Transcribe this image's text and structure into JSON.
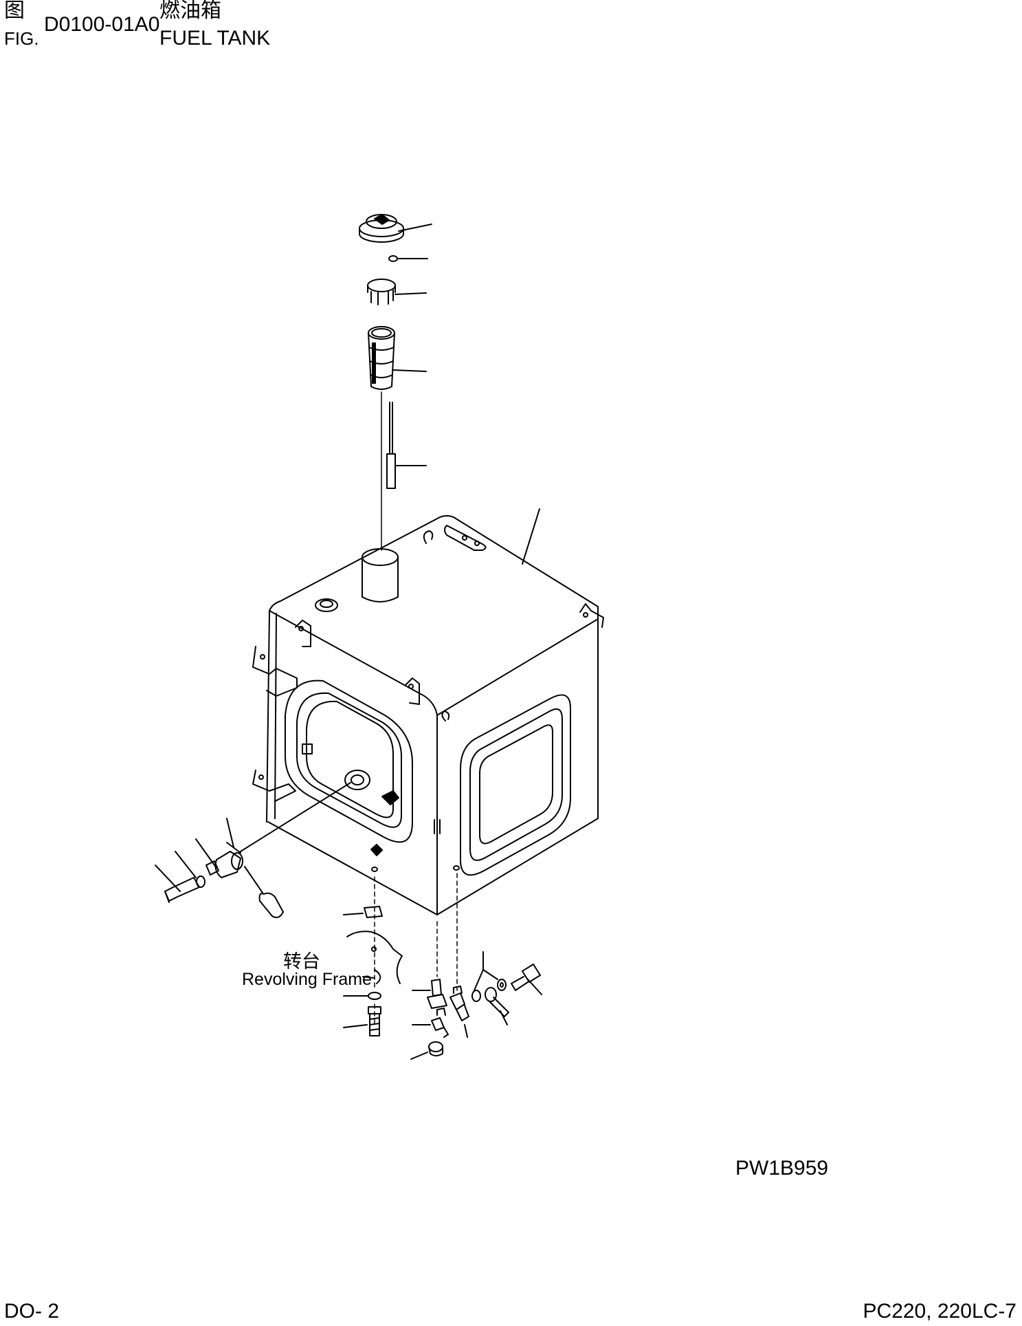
{
  "header": {
    "fig_cn": "图",
    "fig_en": "FIG.",
    "fig_number": "D0100-01A0",
    "title_cn": "燃油箱",
    "title_en": "FUEL TANK"
  },
  "diagram": {
    "label_cn": "转台",
    "label_en": "Revolving Frame",
    "drawing_code": "PW1B959"
  },
  "footer": {
    "page": "DO- 2",
    "models": "PC220, 220LC-7"
  }
}
